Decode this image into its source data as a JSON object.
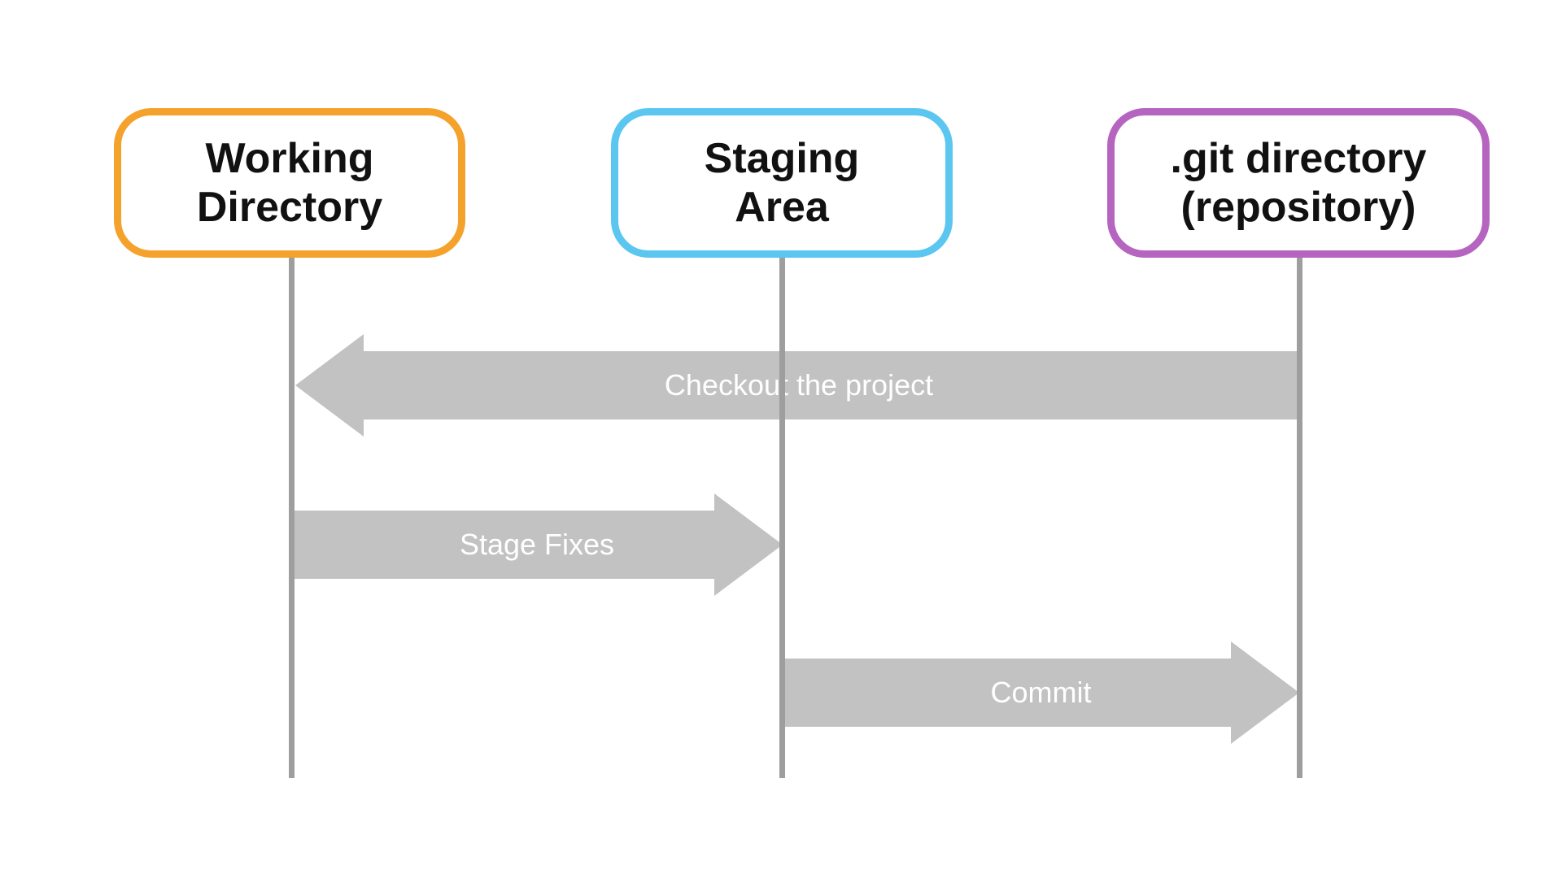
{
  "colors": {
    "background": "#ffffff",
    "box_label_text": "#111111",
    "working_directory_border": "#f5a22d",
    "staging_area_border": "#5bc6f0",
    "git_directory_border": "#b565c0",
    "lifeline": "#9e9e9e",
    "arrow_fill": "#c2c2c2",
    "arrow_label_text": "#ffffff"
  },
  "boxes": [
    {
      "id": "working-directory",
      "lines": [
        "Working",
        "Directory"
      ],
      "border_color": "#f5a22d"
    },
    {
      "id": "staging-area",
      "lines": [
        "Staging",
        "Area"
      ],
      "border_color": "#5bc6f0"
    },
    {
      "id": "git-directory",
      "lines": [
        ".git directory",
        "(repository)"
      ],
      "border_color": "#b565c0"
    }
  ],
  "arrows": [
    {
      "id": "checkout",
      "label": "Checkout the project",
      "direction": "left",
      "from": "git-directory",
      "to": "working-directory"
    },
    {
      "id": "stage-fixes",
      "label": "Stage Fixes",
      "direction": "right",
      "from": "working-directory",
      "to": "staging-area"
    },
    {
      "id": "commit",
      "label": "Commit",
      "direction": "right",
      "from": "staging-area",
      "to": "git-directory"
    }
  ]
}
